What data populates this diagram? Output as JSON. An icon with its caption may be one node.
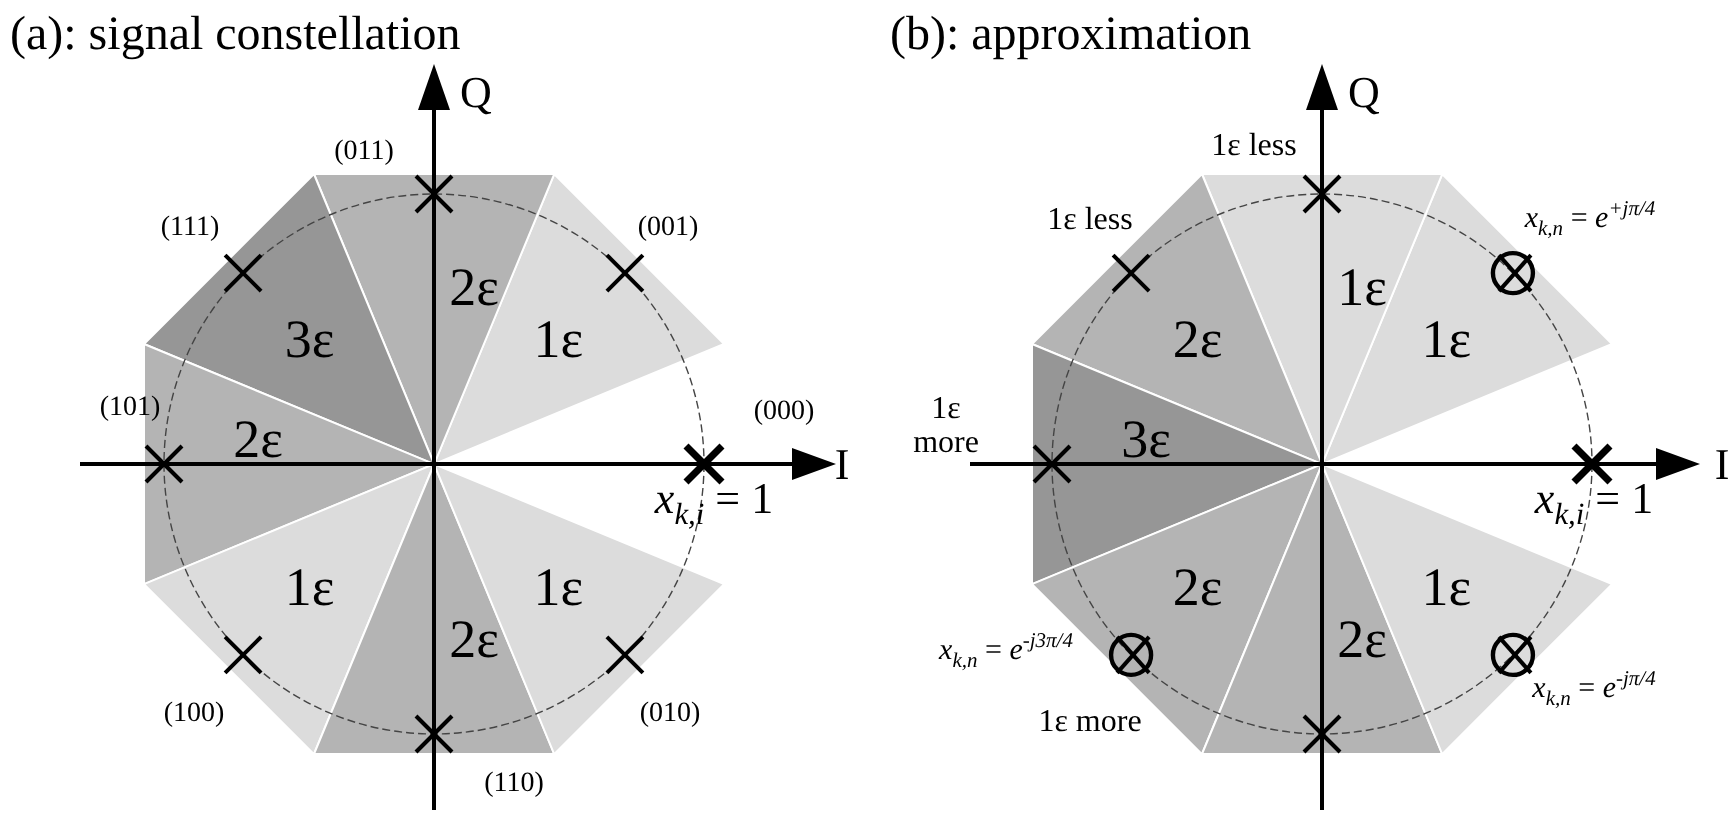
{
  "diagram": {
    "nodes": [
      {
        "text": [
          "1ε"
        ]
      },
      {
        "text": [
          "2ε"
        ]
      },
      {
        "text": [
          "3ε"
        ]
      },
      {
        "text": [
          "2ε"
        ]
      },
      {
        "text": [
          "1ε"
        ]
      },
      {
        "text": [
          "2ε"
        ]
      },
      {
        "text": [
          "1ε"
        ]
      },
      {
        "text": [
          "1ε"
        ]
      },
      {
        "text": [
          "1ε"
        ]
      },
      {
        "text": [
          "2ε"
        ]
      },
      {
        "text": [
          "3ε"
        ]
      },
      {
        "text": [
          "2ε"
        ]
      },
      {
        "text": [
          "2ε"
        ]
      },
      {
        "text": [
          "1ε"
        ]
      }
    ],
    "labels": [
      "(a): signal constellation",
      "Q",
      "(011)",
      "(111)",
      "(001)",
      "(101)",
      "(000)",
      "I",
      "*x*$_{k,i}$ = 1",
      "(100)",
      "(010)",
      "(110)",
      "(b): approximation",
      "Q",
      "1ε less",
      "1ε less",
      "*x*$_{k,n}$ = *e*$^{+jπ/4}$",
      "1ε more",
      "I",
      "*x*$_{k,i}$ = 1",
      "*x*$_{k,n}$ = *e*$^{-j3π/4}$",
      "*x*$_{k,n}$ = *e*$^{-jπ/4}$",
      "1ε more"
    ]
  }
}
